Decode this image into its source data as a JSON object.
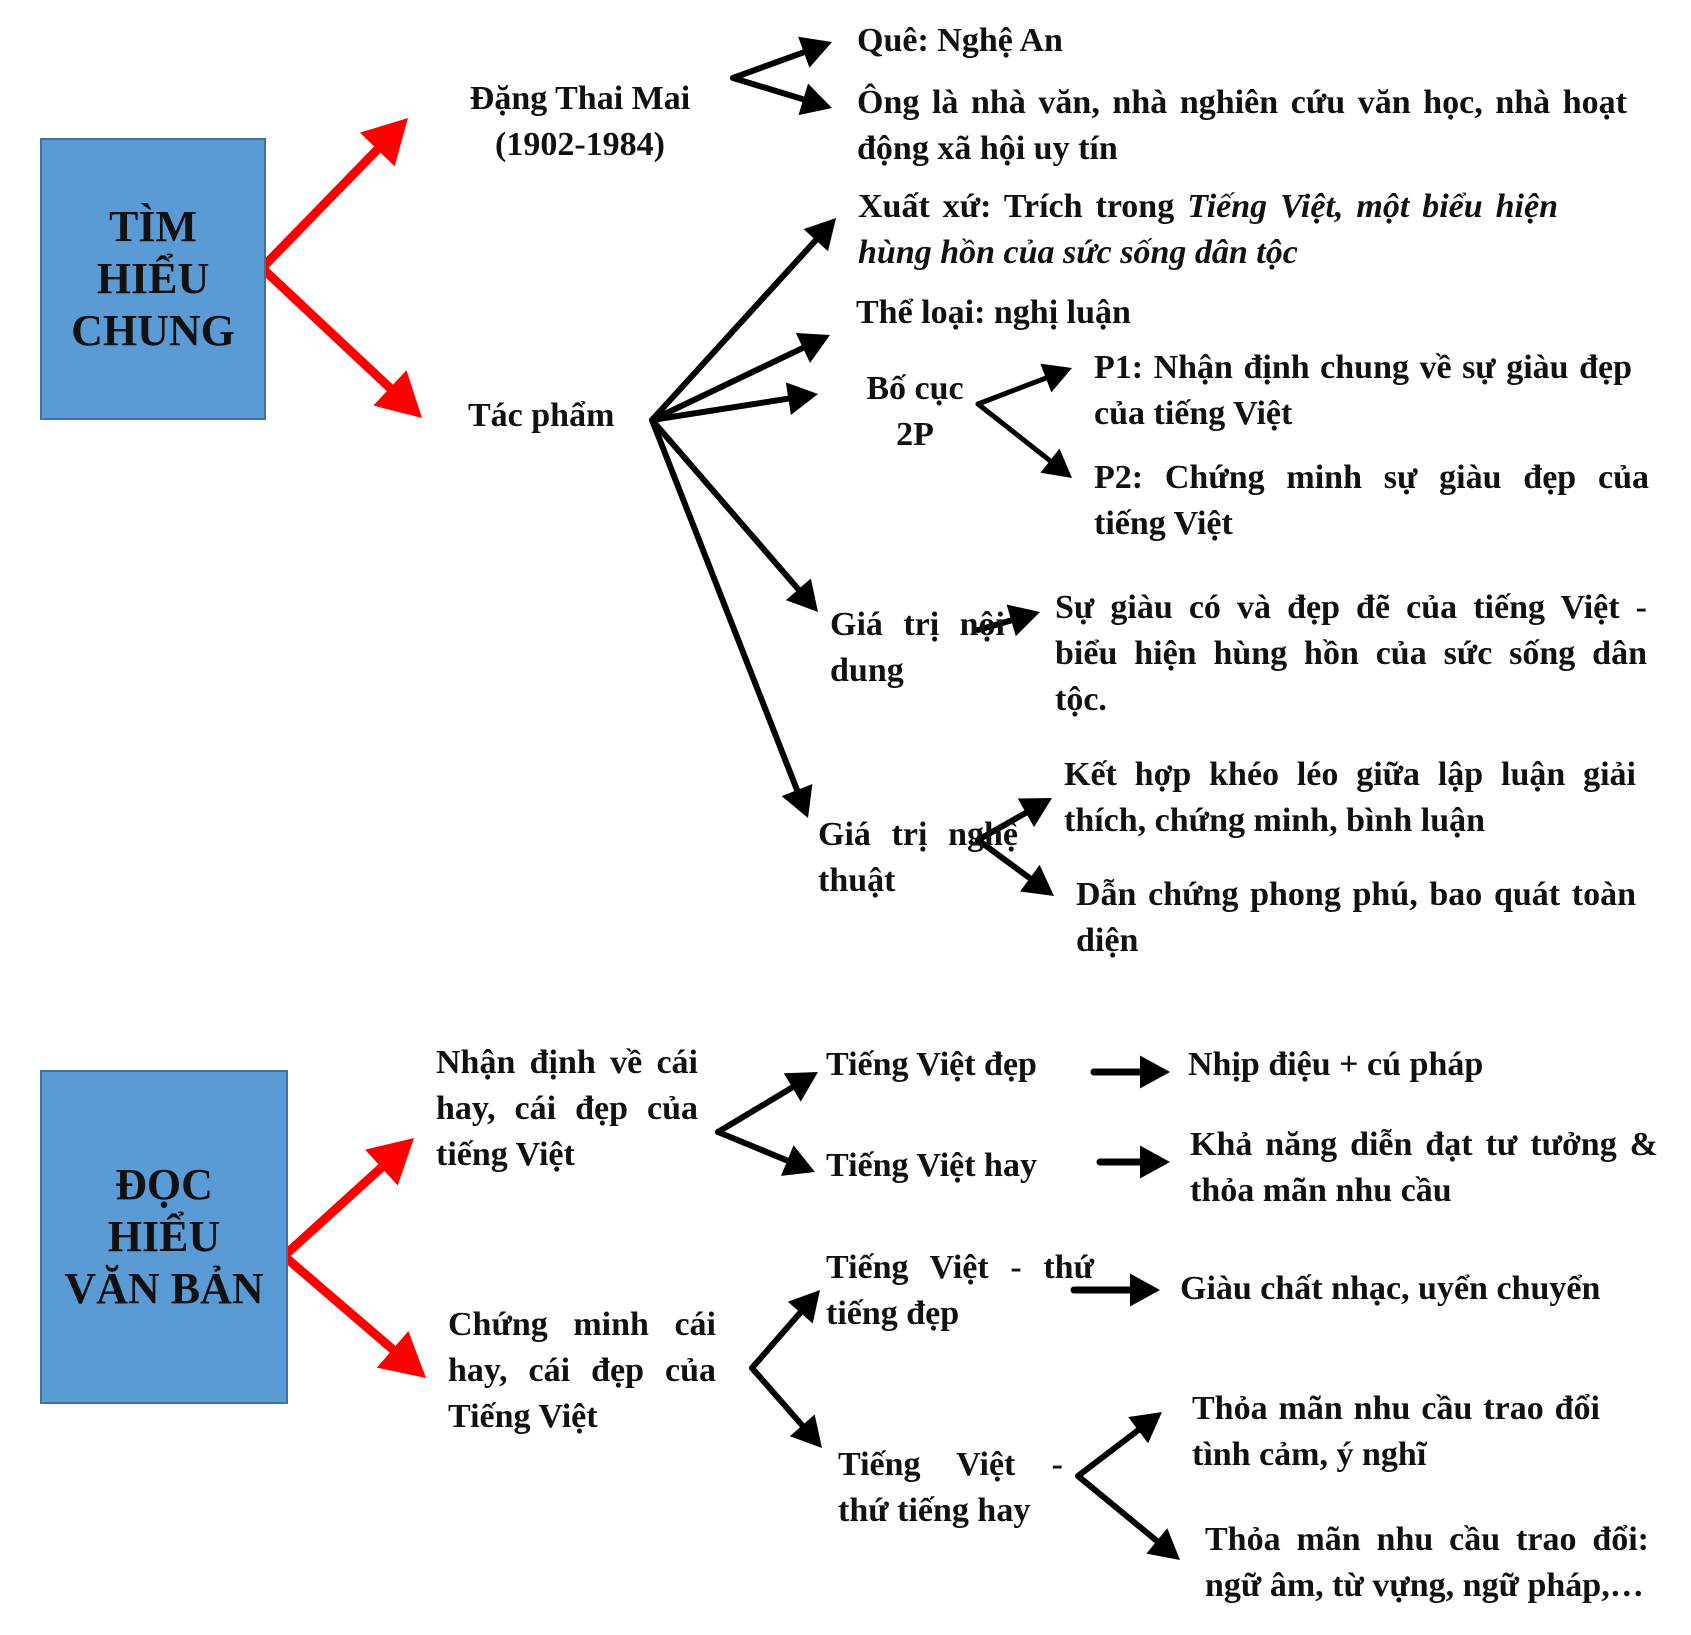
{
  "colors": {
    "box_fill": "#5b9bd5",
    "main_arrow": "#ff0000",
    "arrow": "#000000"
  },
  "section1": {
    "box": [
      "TÌM",
      "HIỂU",
      "CHUNG"
    ],
    "author": {
      "name": "Đặng Thai Mai",
      "years": "(1902-1984)",
      "hometown": "Quê: Nghệ An",
      "bio": "Ông là nhà văn, nhà nghiên cứu văn học, nhà hoạt động xã hội uy tín"
    },
    "work": {
      "label": "Tác phẩm",
      "origin_prefix": "Xuất xứ: Trích trong ",
      "origin_title": "Tiếng Việt, một biểu hiện hùng hồn của sức sống dân tộc",
      "genre": "Thể loại: nghị luận",
      "layout_label": "Bố cục 2P",
      "p1": "P1: Nhận định chung về sự giàu đẹp của tiếng Việt",
      "p2": "P2: Chứng minh sự giàu đẹp của tiếng Việt",
      "content_label": "Giá trị nội dung",
      "content_value": "Sự giàu có và đẹp đẽ của tiếng Việt - biểu hiện hùng hồn của sức sống dân tộc.",
      "art_label": "Giá trị nghệ thuật",
      "art_1": "Kết hợp khéo léo giữa lập luận giải thích, chứng minh, bình luận",
      "art_2": "Dẫn chứng phong phú, bao quát toàn diện"
    }
  },
  "section2": {
    "box": [
      "ĐỌC",
      "HIỂU",
      "VĂN BẢN"
    ],
    "claim": {
      "label": "Nhận định về cái hay, cái đẹp của tiếng Việt",
      "beautiful": "Tiếng Việt đẹp",
      "beautiful_detail": "Nhịp điệu + cú pháp",
      "good": "Tiếng Việt hay",
      "good_detail": "Khả năng diễn đạt tư tưởng & thỏa mãn nhu cầu"
    },
    "proof": {
      "label": "Chứng minh cái hay, cái đẹp của Tiếng Việt",
      "beautiful": "Tiếng Việt - thứ tiếng đẹp",
      "beautiful_detail": "Giàu chất nhạc, uyển chuyển",
      "good": "Tiếng Việt - thứ tiếng hay",
      "good_1": "Thỏa mãn nhu cầu trao đổi tình cảm, ý nghĩ",
      "good_2": "Thỏa mãn nhu cầu trao đổi: ngữ âm, từ vựng, ngữ pháp,…"
    }
  }
}
